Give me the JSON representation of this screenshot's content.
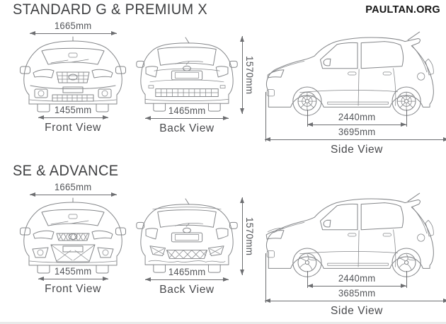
{
  "logo_text": "PAULTAN.ORG",
  "sections": [
    {
      "title": "STANDARD G & PREMIUM X",
      "front_view": {
        "overall_width": "1665mm",
        "track_width": "1455mm",
        "caption": "Front View"
      },
      "back_view": {
        "overall_height": "1570mm",
        "track_width": "1465mm",
        "caption": "Back View"
      },
      "side_view": {
        "wheelbase": "2440mm",
        "overall_length": "3695mm",
        "caption": "Side View"
      }
    },
    {
      "title": "SE & ADVANCE",
      "front_view": {
        "overall_width": "1665mm",
        "track_width": "1455mm",
        "caption": "Front View"
      },
      "back_view": {
        "overall_height": "1570mm",
        "track_width": "1465mm",
        "caption": "Back View"
      },
      "side_view": {
        "wheelbase": "2440mm",
        "overall_length": "3685mm",
        "caption": "Side View"
      }
    }
  ]
}
